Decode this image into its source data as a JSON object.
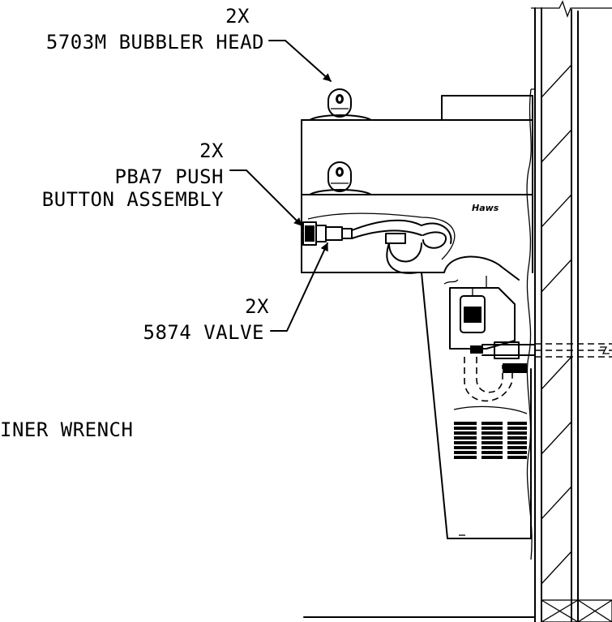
{
  "callouts": {
    "bubbler": {
      "qty": "2X",
      "name": "5703M BUBBLER HEAD"
    },
    "push_button": {
      "qty": "2X",
      "line1": "PBA7 PUSH",
      "line2": "BUTTON ASSEMBLY"
    },
    "valve": {
      "qty": "2X",
      "name": "5874 VALVE"
    },
    "wrench": {
      "name": "INER WRENCH"
    }
  },
  "brand_mark": "Haws"
}
